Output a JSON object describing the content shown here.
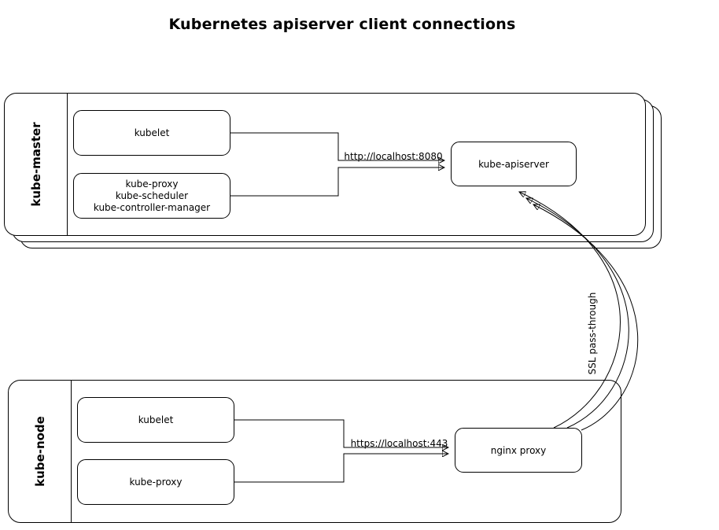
{
  "title": "Kubernetes apiserver client connections",
  "colors": {
    "stroke": "#000000",
    "background": "#ffffff"
  },
  "master_group": {
    "label": "kube-master",
    "kubelet": "kubelet",
    "proxy_lines": [
      "kube-proxy",
      "kube-scheduler",
      "kube-controller-manager"
    ],
    "apiserver": "kube-apiserver",
    "edge_label": "http://localhost:8080"
  },
  "node_group": {
    "label": "kube-node",
    "kubelet": "kubelet",
    "kube_proxy": "kube-proxy",
    "nginx": "nginx proxy",
    "edge_label": "https://localhost:443"
  },
  "ssl_edge_label": "SSL pass-through"
}
